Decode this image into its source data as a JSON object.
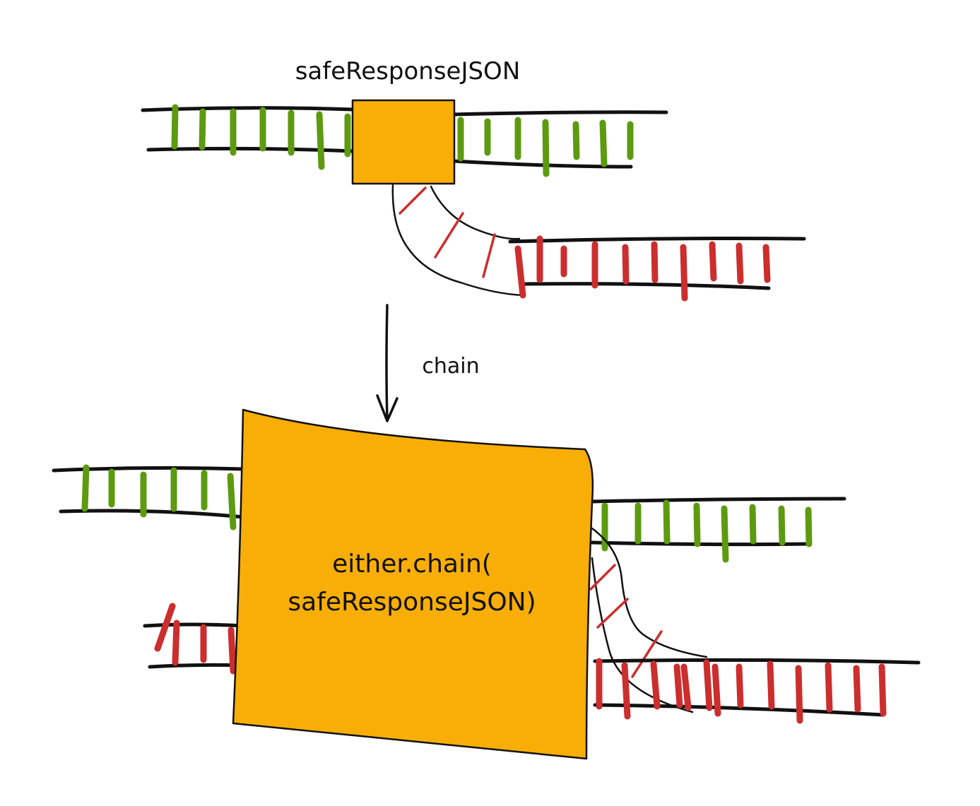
{
  "top_box_label": "safeResponseJSON",
  "arrow_label": "chain",
  "bottom_box_label_line1": "either.chain(",
  "bottom_box_label_line2": "safeResponseJSON)",
  "colors": {
    "box_fill": "#f9ae07",
    "success_ties": "#5e9a10",
    "failure_ties": "#cc2e2e",
    "rails": "#111111"
  }
}
